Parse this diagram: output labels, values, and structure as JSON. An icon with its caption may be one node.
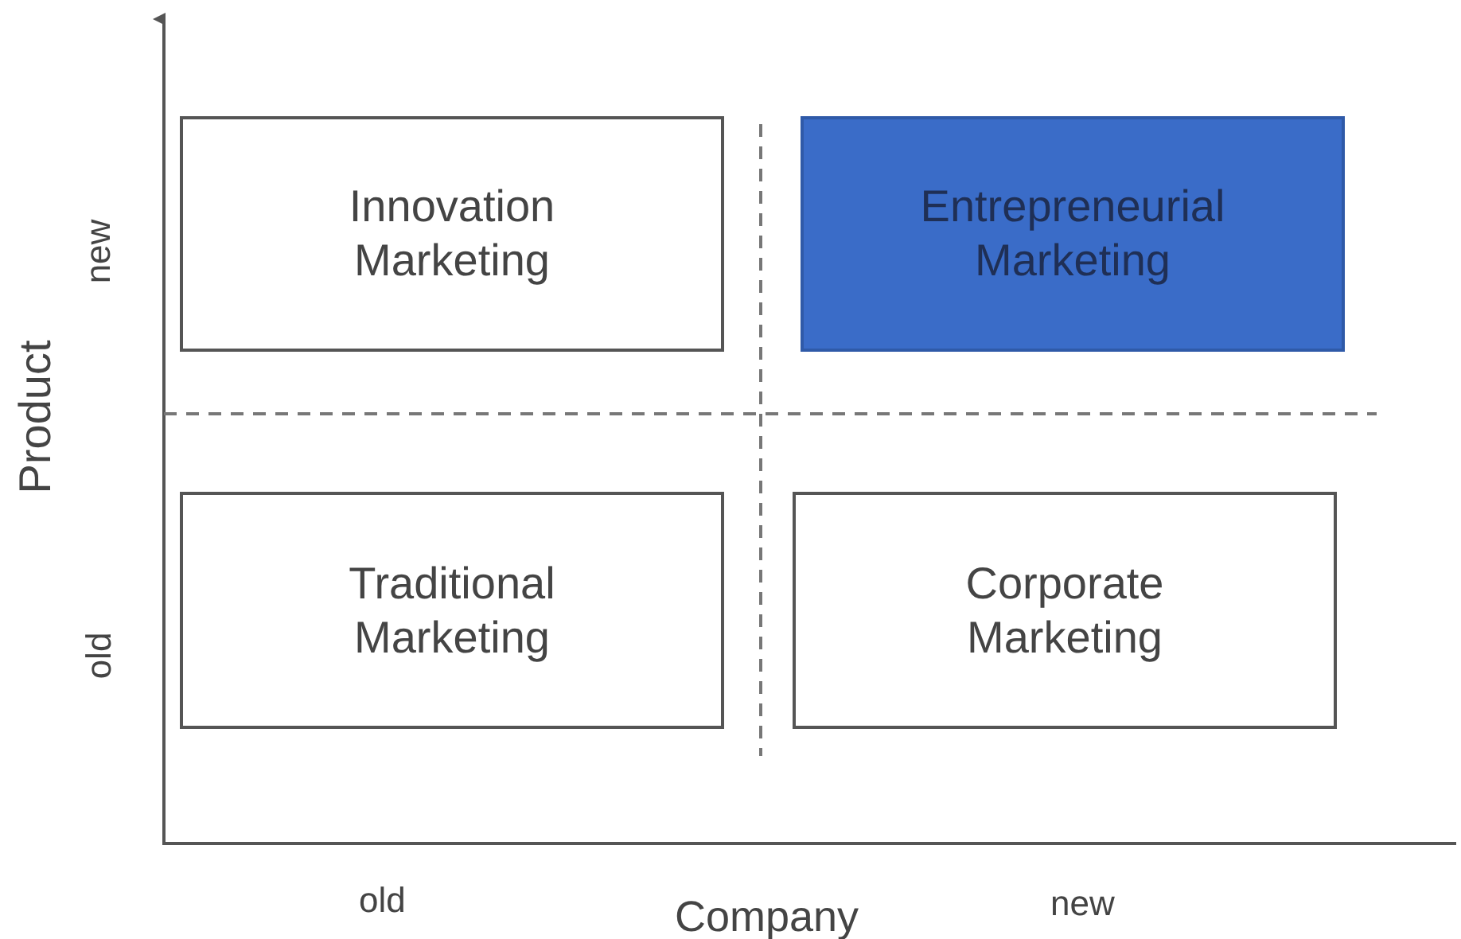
{
  "diagram": {
    "nodes": [
      {
        "text": [
          "Innovation Marketing"
        ]
      },
      {
        "text": [
          "Entrepreneurial Marketing"
        ]
      },
      {
        "text": [
          "Traditional Marketing"
        ]
      },
      {
        "text": [
          "Corporate Marketing"
        ]
      }
    ],
    "labels": [
      "new",
      "Product",
      "old",
      "old",
      "Company",
      "new"
    ]
  }
}
